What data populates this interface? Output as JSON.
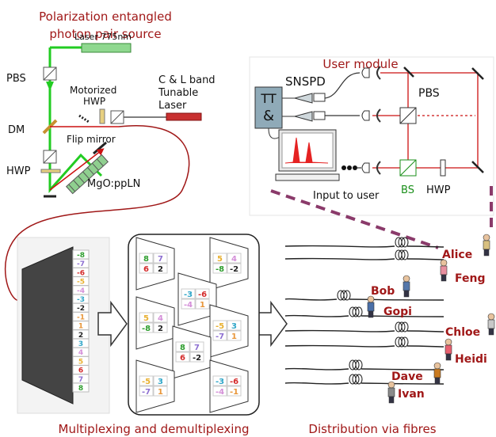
{
  "source": {
    "title_line1": "Polarization entangled",
    "title_line2": "photon pair source",
    "pbs": "PBS",
    "dm": "DM",
    "hwp": "HWP",
    "laser775": "Laser 775nm",
    "motorized1": "Motorized",
    "motorized2": "HWP",
    "cl1": "C & L band",
    "cl2": "Tunable",
    "cl3": "Laser",
    "flip_mirror": "Flip mirror",
    "crystal": "MgO:ppLN"
  },
  "user_module": {
    "title": "User module",
    "snspd": "SNSPD",
    "tt": "TT",
    "amp": "&",
    "pbs": "PBS",
    "bs": "BS",
    "hwp": "HWP",
    "input": "Input to user"
  },
  "mux": {
    "caption": "Multiplexing and demultiplexing",
    "stack": [
      {
        "label": "-8",
        "color": "#2e9e2e"
      },
      {
        "label": "-7",
        "color": "#8d6fd1"
      },
      {
        "label": "-6",
        "color": "#d42a2a"
      },
      {
        "label": "-5",
        "color": "#e8b030"
      },
      {
        "label": "-4",
        "color": "#d48fd8"
      },
      {
        "label": "-3",
        "color": "#30a6c8"
      },
      {
        "label": "-2",
        "color": "#222222"
      },
      {
        "label": "-1",
        "color": "#e8963a"
      },
      {
        "label": "1",
        "color": "#e8963a"
      },
      {
        "label": "2",
        "color": "#222222"
      },
      {
        "label": "3",
        "color": "#30a6c8"
      },
      {
        "label": "4",
        "color": "#d48fd8"
      },
      {
        "label": "5",
        "color": "#e8b030"
      },
      {
        "label": "6",
        "color": "#d42a2a"
      },
      {
        "label": "7",
        "color": "#8d6fd1"
      },
      {
        "label": "8",
        "color": "#2e9e2e"
      }
    ],
    "demux_groups": [
      {
        "cells": [
          {
            "label": "8",
            "color": "#2e9e2e"
          },
          {
            "label": "7",
            "color": "#8d6fd1"
          },
          {
            "label": "6",
            "color": "#d42a2a"
          },
          {
            "label": "2",
            "color": "#222222"
          }
        ]
      },
      {
        "cells": [
          {
            "label": "5",
            "color": "#e8b030"
          },
          {
            "label": "4",
            "color": "#d48fd8"
          },
          {
            "label": "-8",
            "color": "#2e9e2e"
          },
          {
            "label": "-2",
            "color": "#222222"
          }
        ]
      },
      {
        "cells": [
          {
            "label": "-3",
            "color": "#30a6c8"
          },
          {
            "label": "-6",
            "color": "#d42a2a"
          },
          {
            "label": "-4",
            "color": "#d48fd8"
          },
          {
            "label": "1",
            "color": "#e8963a"
          }
        ]
      },
      {
        "cells": [
          {
            "label": "5",
            "color": "#e8b030"
          },
          {
            "label": "4",
            "color": "#d48fd8"
          },
          {
            "label": "-8",
            "color": "#2e9e2e"
          },
          {
            "label": "2",
            "color": "#222222"
          }
        ]
      },
      {
        "cells": [
          {
            "label": "-5",
            "color": "#e8b030"
          },
          {
            "label": "3",
            "color": "#30a6c8"
          },
          {
            "label": "-7",
            "color": "#8d6fd1"
          },
          {
            "label": "1",
            "color": "#e8963a"
          }
        ]
      },
      {
        "cells": [
          {
            "label": "8",
            "color": "#2e9e2e"
          },
          {
            "label": "7",
            "color": "#8d6fd1"
          },
          {
            "label": "6",
            "color": "#d42a2a"
          },
          {
            "label": "-2",
            "color": "#222222"
          }
        ]
      },
      {
        "cells": [
          {
            "label": "-5",
            "color": "#e8b030"
          },
          {
            "label": "3",
            "color": "#30a6c8"
          },
          {
            "label": "-7",
            "color": "#8d6fd1"
          },
          {
            "label": "1",
            "color": "#e8963a"
          }
        ]
      },
      {
        "cells": [
          {
            "label": "-3",
            "color": "#30a6c8"
          },
          {
            "label": "-6",
            "color": "#d42a2a"
          },
          {
            "label": "-4",
            "color": "#d48fd8"
          },
          {
            "label": "-1",
            "color": "#e8963a"
          }
        ]
      }
    ]
  },
  "distribution": {
    "caption": "Distribution via fibres",
    "users": [
      "Alice",
      "Feng",
      "Bob",
      "Gopi",
      "Chloe",
      "Heidi",
      "Dave",
      "Ivan"
    ]
  }
}
